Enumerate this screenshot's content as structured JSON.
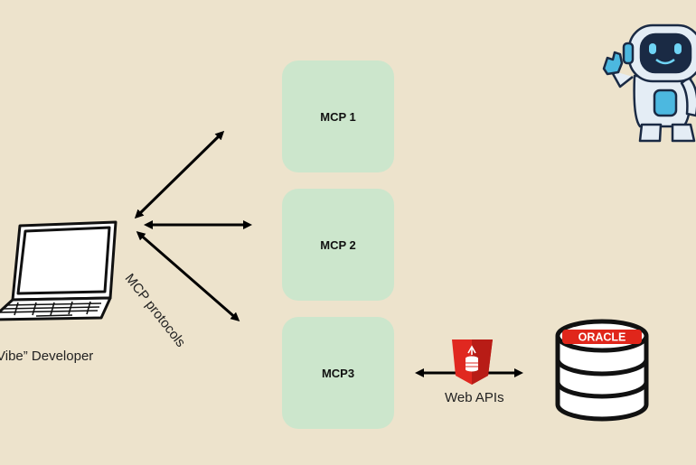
{
  "mcp_servers": [
    {
      "label": "MCP 1"
    },
    {
      "label": "MCP 2"
    },
    {
      "label": "MCP3"
    }
  ],
  "developer_label": "Vibe” Developer",
  "protocol_label": "MCP protocols",
  "web_api_label": "Web APIs",
  "database_brand": "ORACLE",
  "colors": {
    "background": "#ede3cc",
    "mcp_box": "#cce6cc",
    "oracle_red": "#e0261b",
    "robot_blue": "#4cb8e0",
    "api_shield": "#e02820"
  },
  "icons": [
    "laptop-icon",
    "robot-icon",
    "api-gateway-icon",
    "database-icon"
  ]
}
